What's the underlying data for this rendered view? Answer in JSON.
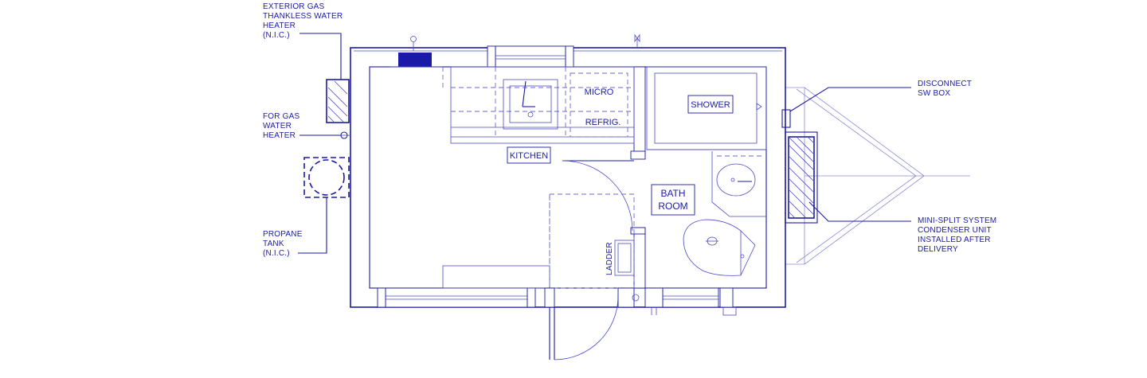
{
  "labels": {
    "heater_exterior": [
      "EXTERIOR GAS",
      "THANKLESS WATER",
      "HEATER",
      "(N.I.C.)"
    ],
    "gas_water_heater": [
      "FOR GAS",
      "WATER",
      "HEATER"
    ],
    "propane_tank": [
      "PROPANE",
      "TANK",
      "(N.I.C.)"
    ],
    "disconnect": [
      "DISCONNECT",
      "SW BOX"
    ],
    "mini_split": [
      "MINI-SPLIT SYSTEM",
      "CONDENSER UNIT",
      "INSTALLED AFTER",
      "DELIVERY"
    ]
  },
  "rooms": {
    "kitchen": "KITCHEN",
    "micro": "MICRO",
    "refrig": "REFRIG.",
    "shower": "SHOWER",
    "bath_line1": "BATH",
    "bath_line2": "ROOM",
    "ladder": "LADDER"
  },
  "colors": {
    "ink": "#1a1aa6",
    "background": "#ffffff"
  }
}
